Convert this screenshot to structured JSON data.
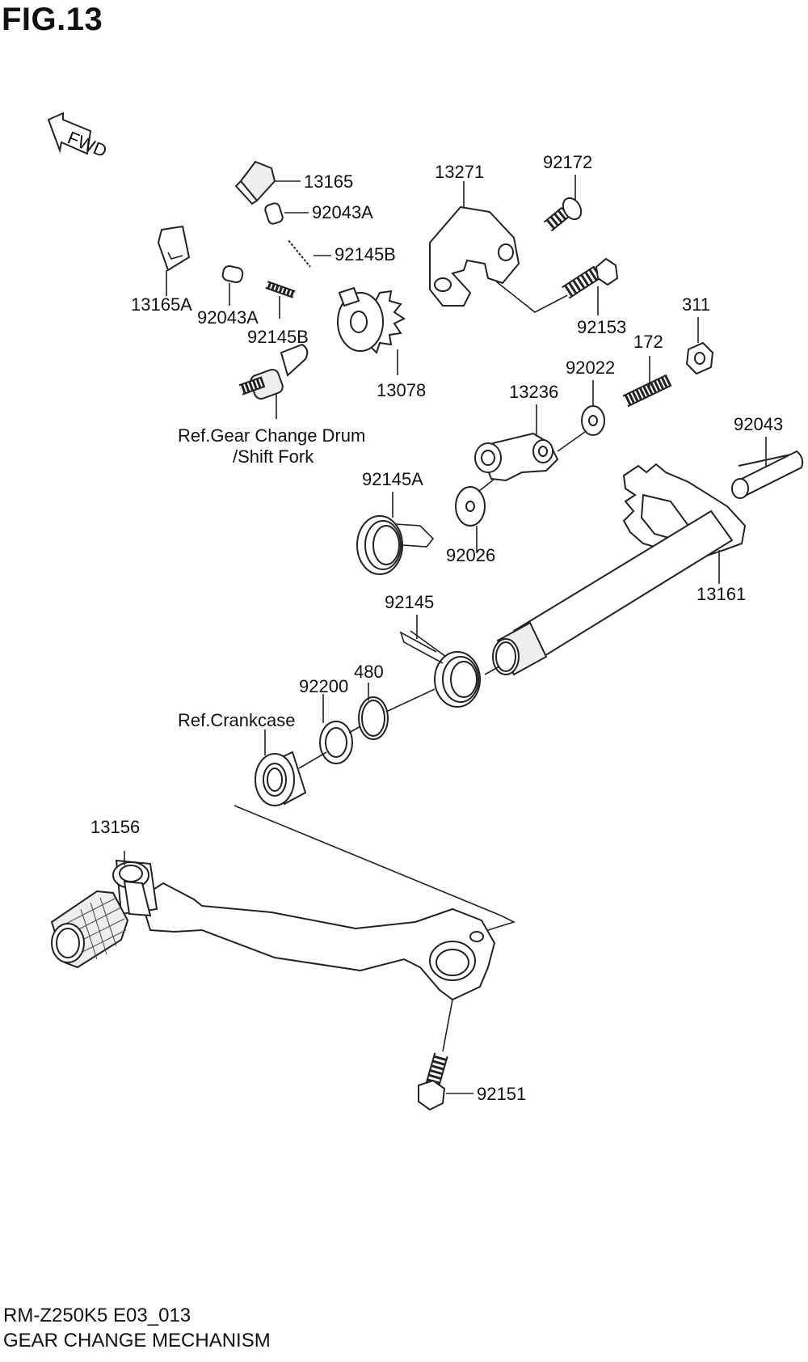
{
  "figure": {
    "title": "FIG.13",
    "code": "RM-Z250K5 E03_013",
    "name": "GEAR CHANGE MECHANISM",
    "fwd_label": "FWD"
  },
  "parts": {
    "p13165": "13165",
    "p92043A_top": "92043A",
    "p92145B_top": "92145B",
    "p13165A": "13165A",
    "p92043A_bot": "92043A",
    "p92145B_bot": "92145B",
    "p13078": "13078",
    "ref_drum_1": "Ref.Gear Change Drum",
    "ref_drum_2": "/Shift Fork",
    "p13271": "13271",
    "p92172": "92172",
    "p92153": "92153",
    "p311": "311",
    "p172": "172",
    "p92022": "92022",
    "p13236": "13236",
    "p92043": "92043",
    "p92145A": "92145A",
    "p92026": "92026",
    "p13161": "13161",
    "p92145": "92145",
    "p480": "480",
    "p92200": "92200",
    "ref_crankcase": "Ref.Crankcase",
    "p13156": "13156",
    "p92151": "92151"
  }
}
